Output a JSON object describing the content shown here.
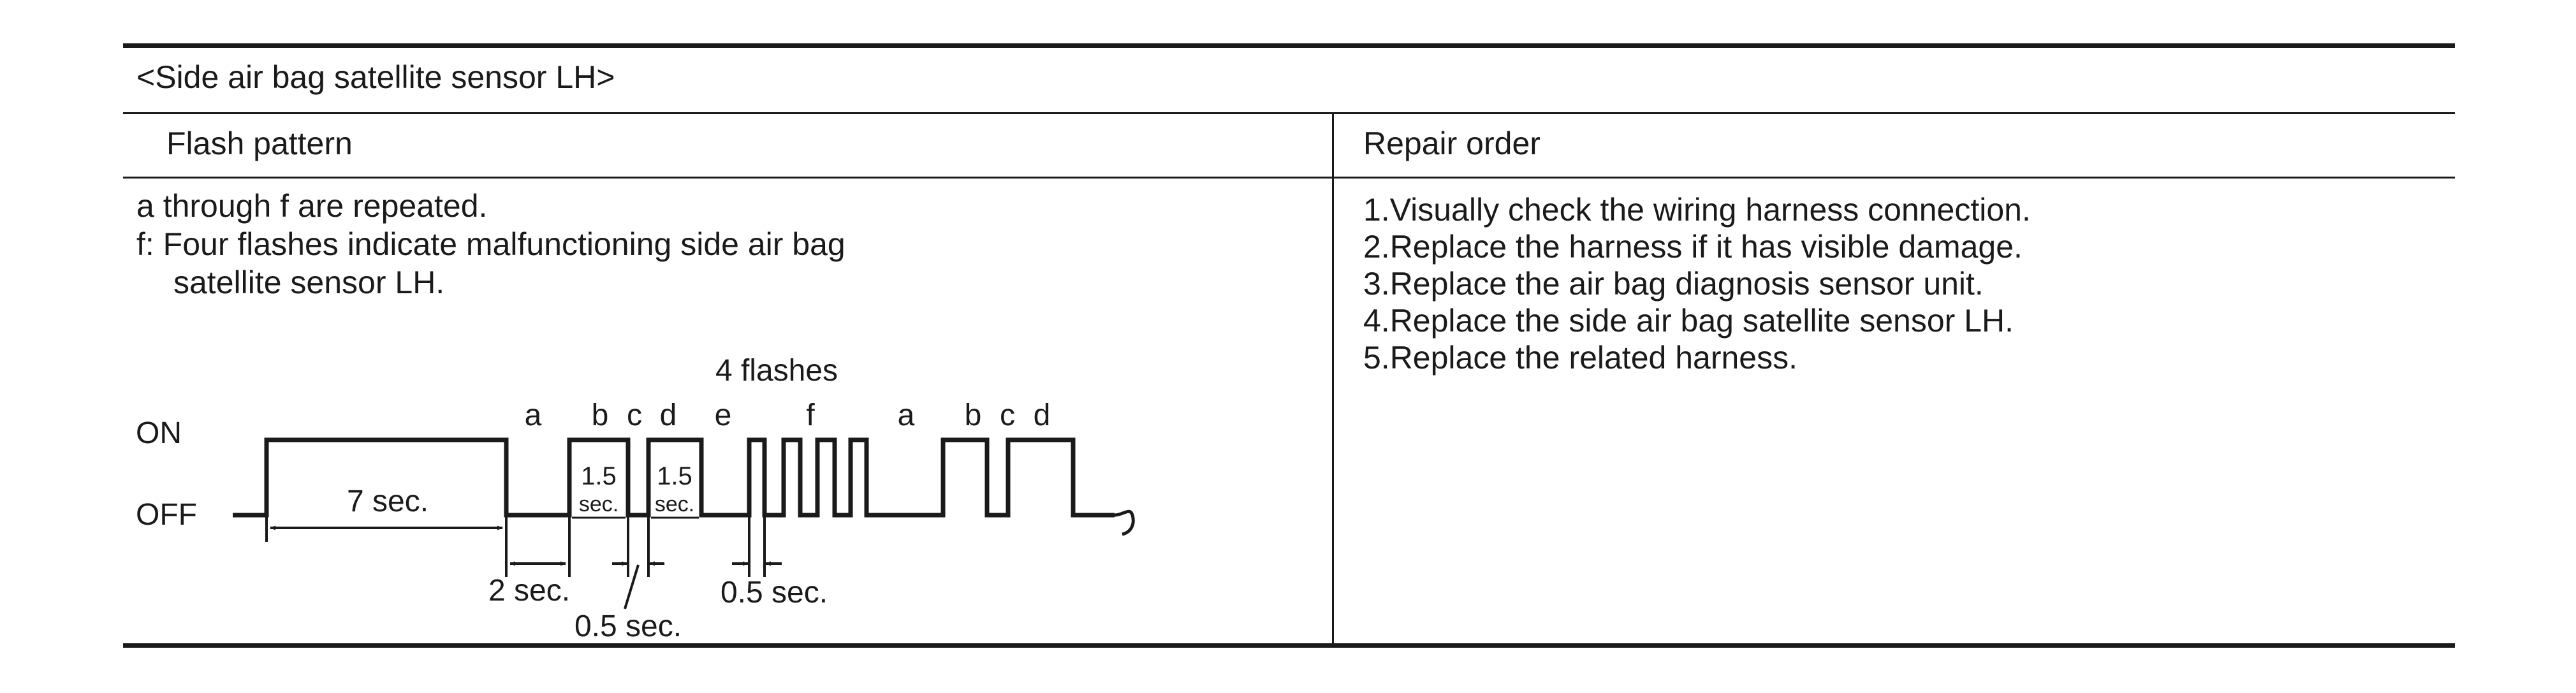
{
  "table": {
    "title": "<Side air bag satellite sensor LH>",
    "col_flash_pattern": "Flash pattern",
    "col_repair_order": "Repair order"
  },
  "flash_notes": {
    "line1": "a through f are repeated.",
    "line2": "f: Four flashes indicate malfunctioning side air bag",
    "line3": "satellite sensor LH."
  },
  "diagram": {
    "flashes_label": "4 flashes",
    "on_label": "ON",
    "off_label": "OFF",
    "seg_a1": "a",
    "seg_b1": "b",
    "seg_c1": "c",
    "seg_d1": "d",
    "seg_e": "e",
    "seg_f": "f",
    "seg_a2": "a",
    "seg_b2": "b",
    "seg_c2": "c",
    "seg_d2": "d",
    "seven_sec": "7 sec.",
    "pulse1_num": "1.5",
    "pulse1_unit": "sec.",
    "pulse2_num": "1.5",
    "pulse2_unit": "sec.",
    "two_sec": "2 sec.",
    "half_sec_right": "0.5 sec.",
    "half_sec_bottom": "0.5 sec."
  },
  "repair_order": {
    "steps": [
      "1.Visually check the wiring harness connection.",
      "2.Replace the harness if it has visible damage.",
      "3.Replace the air bag diagnosis sensor unit.",
      "4.Replace the side air bag satellite sensor LH.",
      "5.Replace the related harness."
    ]
  }
}
